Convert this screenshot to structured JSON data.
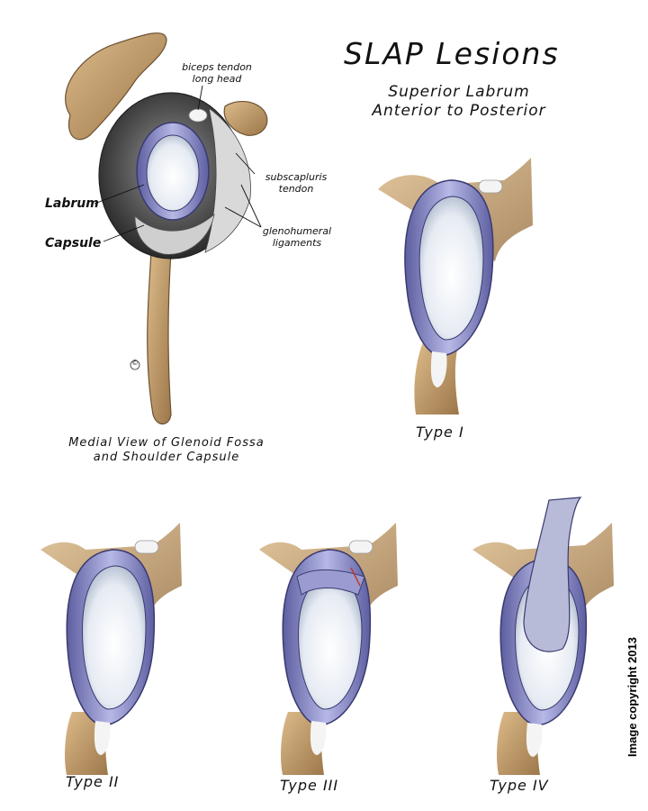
{
  "title": "SLAP Lesions",
  "subtitle_line1": "Superior Labrum",
  "subtitle_line2": "Anterior to Posterior",
  "labels": {
    "biceps_line1": "biceps tendon",
    "biceps_line2": "long head",
    "subscap_line1": "subscapluris",
    "subscap_line2": "tendon",
    "gleno_line1": "glenohumeral",
    "gleno_line2": "ligaments",
    "labrum": "Labrum",
    "capsule": "Capsule"
  },
  "caption_line1": "Medial View of Glenoid Fossa",
  "caption_line2": "and Shoulder Capsule",
  "types": {
    "type1": "Type I",
    "type2": "Type II",
    "type3": "Type III",
    "type4": "Type IV"
  },
  "copyright": "Image copyright 2013",
  "signature_mark": "©",
  "colors": {
    "bone": "#c9a574",
    "bone_dark": "#8a6a45",
    "labrum": "#8e8fc9",
    "labrum_dark": "#4a4a86",
    "fossa": "#eef1f6",
    "capsule": "#444444"
  }
}
